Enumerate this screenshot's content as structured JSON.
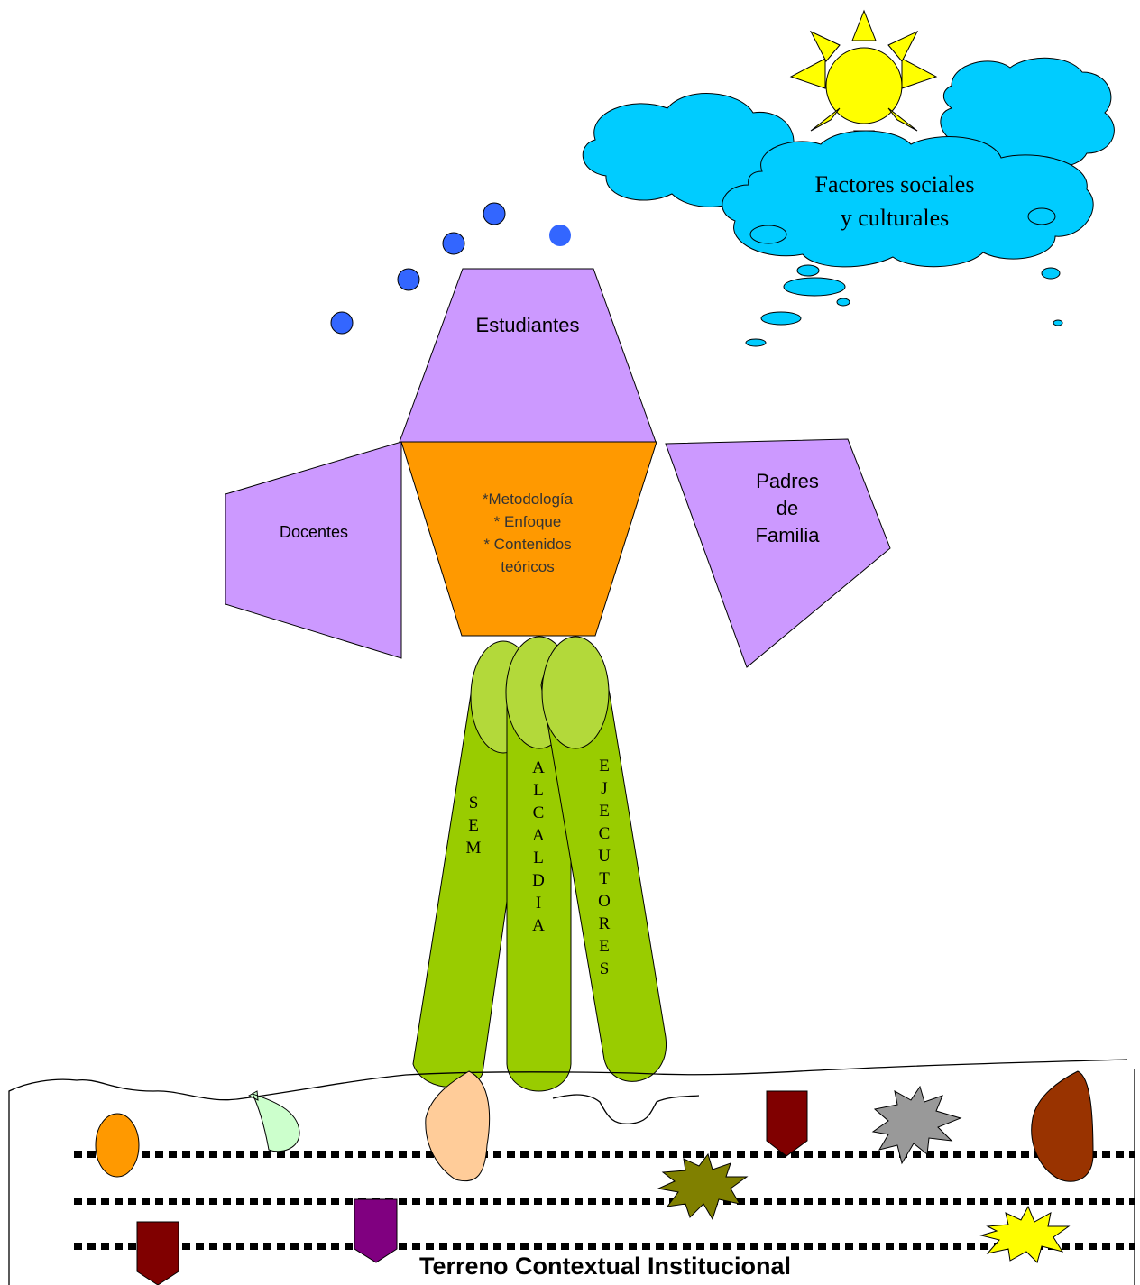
{
  "clouds": {
    "label_line1": "Factores sociales",
    "label_line2": "y culturales",
    "fill": "#00ccff"
  },
  "sun": {
    "fill": "#ffff00"
  },
  "top_shape": {
    "label": "Estudiantes",
    "fill": "#cc99ff"
  },
  "center_shape": {
    "lines": [
      "*Metodología",
      "* Enfoque",
      "*  Contenidos",
      "teóricos"
    ],
    "fill": "#ff9900"
  },
  "left_shape": {
    "label": "Docentes",
    "fill": "#cc99ff"
  },
  "right_shape": {
    "lines": [
      "Padres",
      "de",
      "Familia"
    ],
    "fill": "#cc99ff"
  },
  "pillars": {
    "fill": "#99cc00",
    "top_fill": "#b3d93a",
    "sem": [
      "S",
      "E",
      "M"
    ],
    "alcaldia": [
      "A",
      "L",
      "C",
      "A",
      "L",
      "D",
      "I",
      "A"
    ],
    "ejecutores": [
      "E",
      "J",
      "E",
      "C",
      "U",
      "T",
      "O",
      "R",
      "E",
      "S"
    ]
  },
  "ground": {
    "label": "Terreno Contextual Institucional"
  },
  "bubbles": {
    "fill": "#3366ff"
  },
  "stones": {
    "orange": "#ff9900",
    "mint": "#ccffcc",
    "peach": "#ffcc99",
    "maroon": "#800000",
    "gray": "#999999",
    "brown": "#993300",
    "olive": "#808000",
    "purple": "#800080",
    "yellow": "#ffff00"
  }
}
